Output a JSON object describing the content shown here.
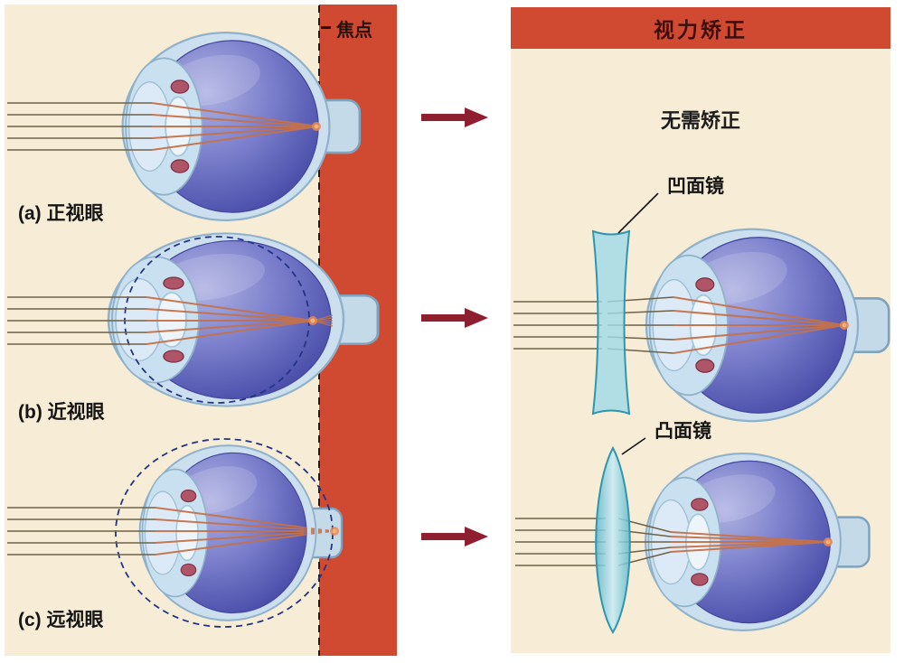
{
  "left_panel": {
    "focal_label": "焦点",
    "rows": [
      {
        "label": "(a) 正视眼"
      },
      {
        "label": "(b) 近视眼"
      },
      {
        "label": "(c) 远视眼"
      }
    ]
  },
  "right_panel": {
    "title": "视力矫正",
    "sections": {
      "no_correction": "无需矫正",
      "concave_lens": "凹面镜",
      "convex_lens": "凸面镜"
    }
  },
  "colors": {
    "panel_background": "#f7ecd6",
    "accent_red": "#cf4a31",
    "arrow_maroon": "#8e1f2e",
    "lens_cyan": "#9fdbe9",
    "eye_purple": "#5a5eb5",
    "ray_olive": "#6f6146",
    "ray_orange": "#c4724b"
  }
}
